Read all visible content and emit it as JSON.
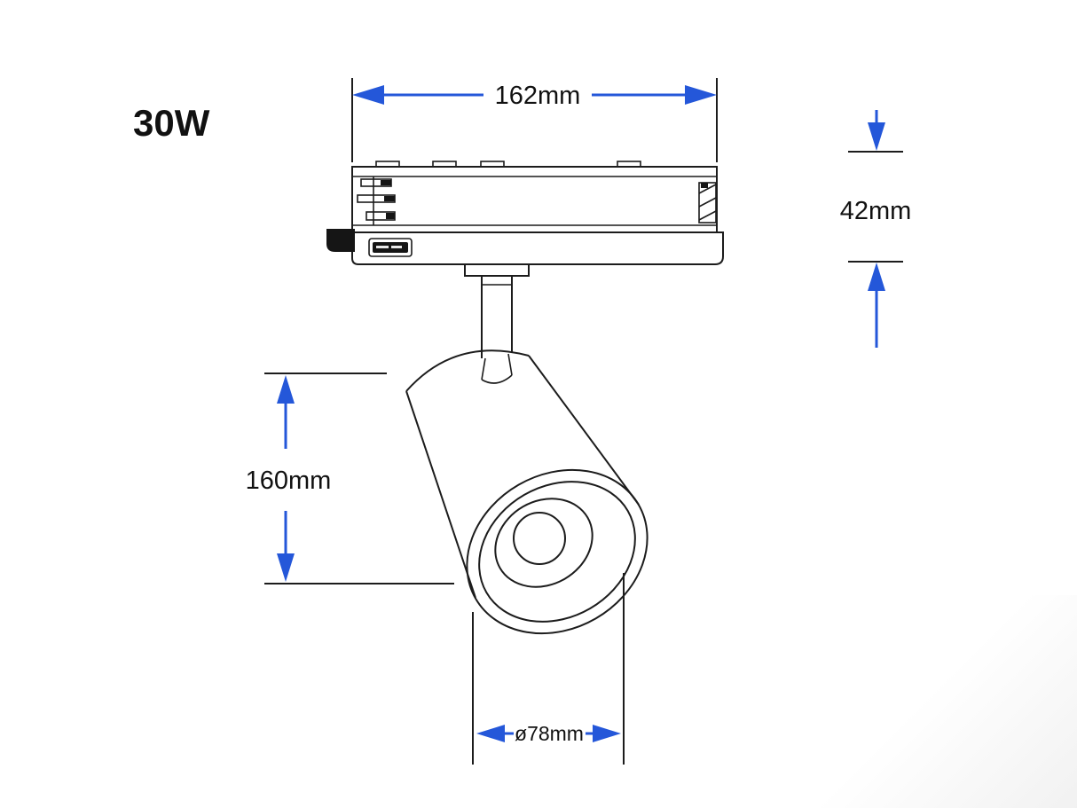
{
  "page": {
    "background": "#ffffff"
  },
  "labels": {
    "wattage": "30W",
    "top_width": "162mm",
    "side_height": "42mm",
    "body_length": "160mm",
    "face_diameter": "ø78mm"
  },
  "colors": {
    "dimension_arrow": "#2457D9",
    "drawing_line": "#1c1c1c",
    "text": "#111111",
    "background": "#ffffff"
  },
  "diagram": {
    "type": "dimensioned-technical-drawing",
    "subject": "track light fixture"
  }
}
